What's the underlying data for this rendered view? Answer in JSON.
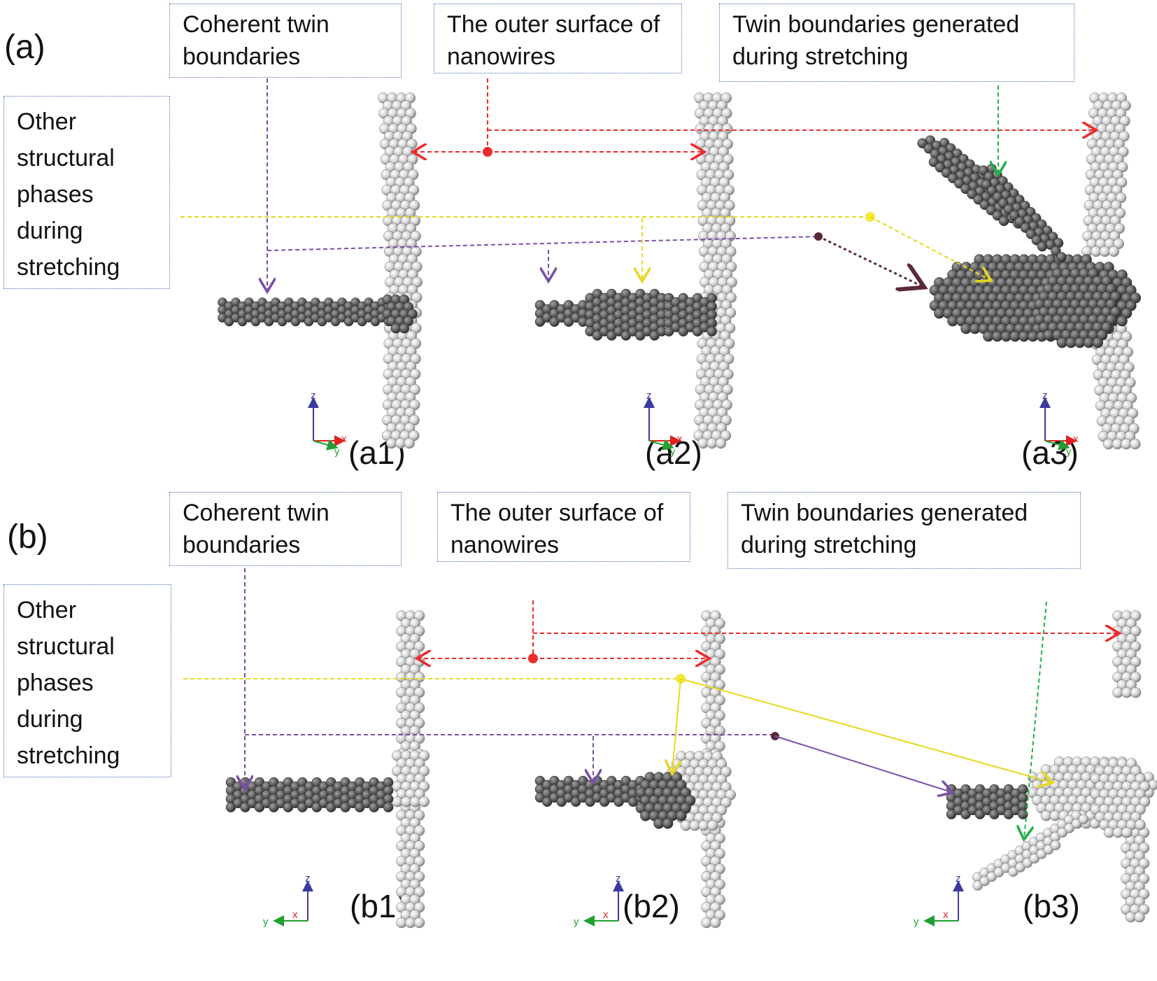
{
  "panels": [
    {
      "tag": "(a)",
      "labels": {
        "ctb": "Coherent twin boundaries",
        "surface": "The outer surface of nanowires",
        "tb_gen": "Twin boundaries generated during stretching",
        "other": "Other structural phases during stretching"
      },
      "subfigures": [
        "(a1)",
        "(a2)",
        "(a3)"
      ],
      "axis_triads": [
        {
          "up": "z",
          "right": "x",
          "diag": "y"
        },
        {
          "up": "z",
          "right": "x",
          "diag": "y"
        },
        {
          "up": "z",
          "right": "x",
          "diag": "y"
        }
      ]
    },
    {
      "tag": "(b)",
      "labels": {
        "ctb": "Coherent twin boundaries",
        "surface": "The outer surface of nanowires",
        "tb_gen": "Twin boundaries generated during stretching",
        "other": "Other structural phases during stretching"
      },
      "subfigures": [
        "(b1)",
        "(b2)",
        "(b3)"
      ],
      "axis_triads": [
        {
          "up": "z",
          "left": "y",
          "mid": "x"
        },
        {
          "up": "z",
          "left": "y",
          "mid": "x"
        },
        {
          "up": "z",
          "left": "y",
          "mid": "x"
        }
      ]
    }
  ],
  "colors": {
    "ctb_arrow": "#7a4fa8",
    "surface_arrow": "#ee2b2b",
    "tb_gen_arrow": "#22b04a",
    "other_arrow": "#f2e83a",
    "dark_marker": "#5a2a3a",
    "box_border": "#4a6fb5",
    "atom_dark": "#5e5e5e",
    "atom_light": "#dcdcdc",
    "axis_z": "#3a3aa0",
    "axis_x": "#e02020",
    "axis_y": "#20a030"
  }
}
